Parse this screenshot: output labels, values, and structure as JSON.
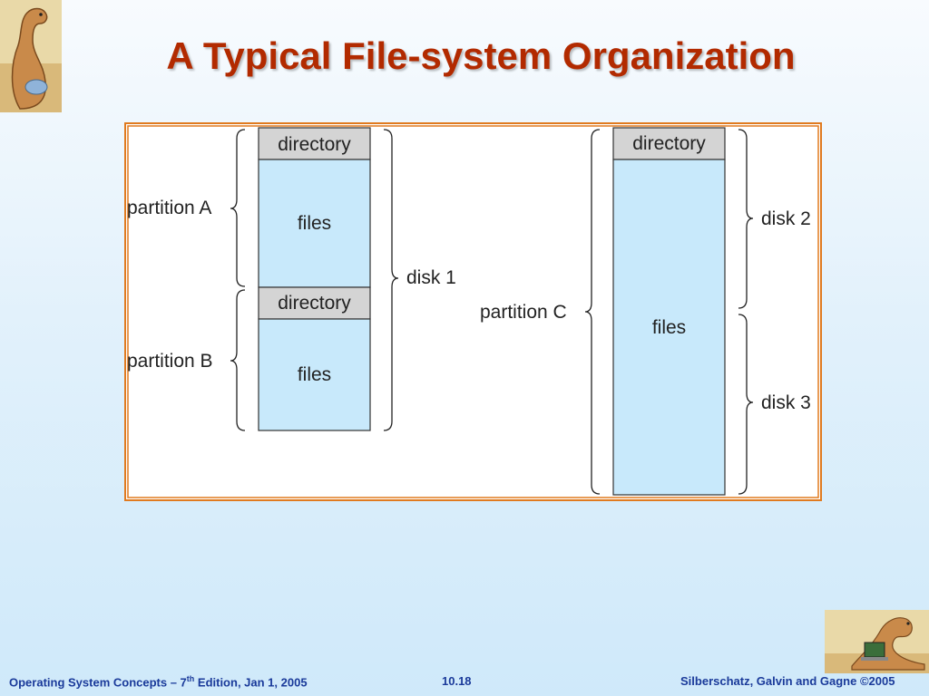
{
  "slide": {
    "title": "A Typical File-system Organization"
  },
  "diagram": {
    "disk1": {
      "label": "disk 1",
      "partition_a": {
        "label": "partition A",
        "directory": "directory",
        "files": "files"
      },
      "partition_b": {
        "label": "partition B",
        "directory": "directory",
        "files": "files"
      }
    },
    "partition_c": {
      "label": "partition C",
      "directory": "directory",
      "files": "files",
      "disk2": "disk 2",
      "disk3": "disk 3"
    }
  },
  "footer": {
    "book_title": "Operating System Concepts – 7",
    "edition_sup": "th",
    "edition_rest": " Edition, Jan 1, 2005",
    "page_number": "10.18",
    "copyright": "Silberschatz, Galvin and Gagne ©2005"
  },
  "colors": {
    "title": "#b22a00",
    "footer": "#1a3a9a",
    "frame": "#e07a1f",
    "directory_fill": "#d4d4d4",
    "files_fill": "#c8e9fb"
  }
}
